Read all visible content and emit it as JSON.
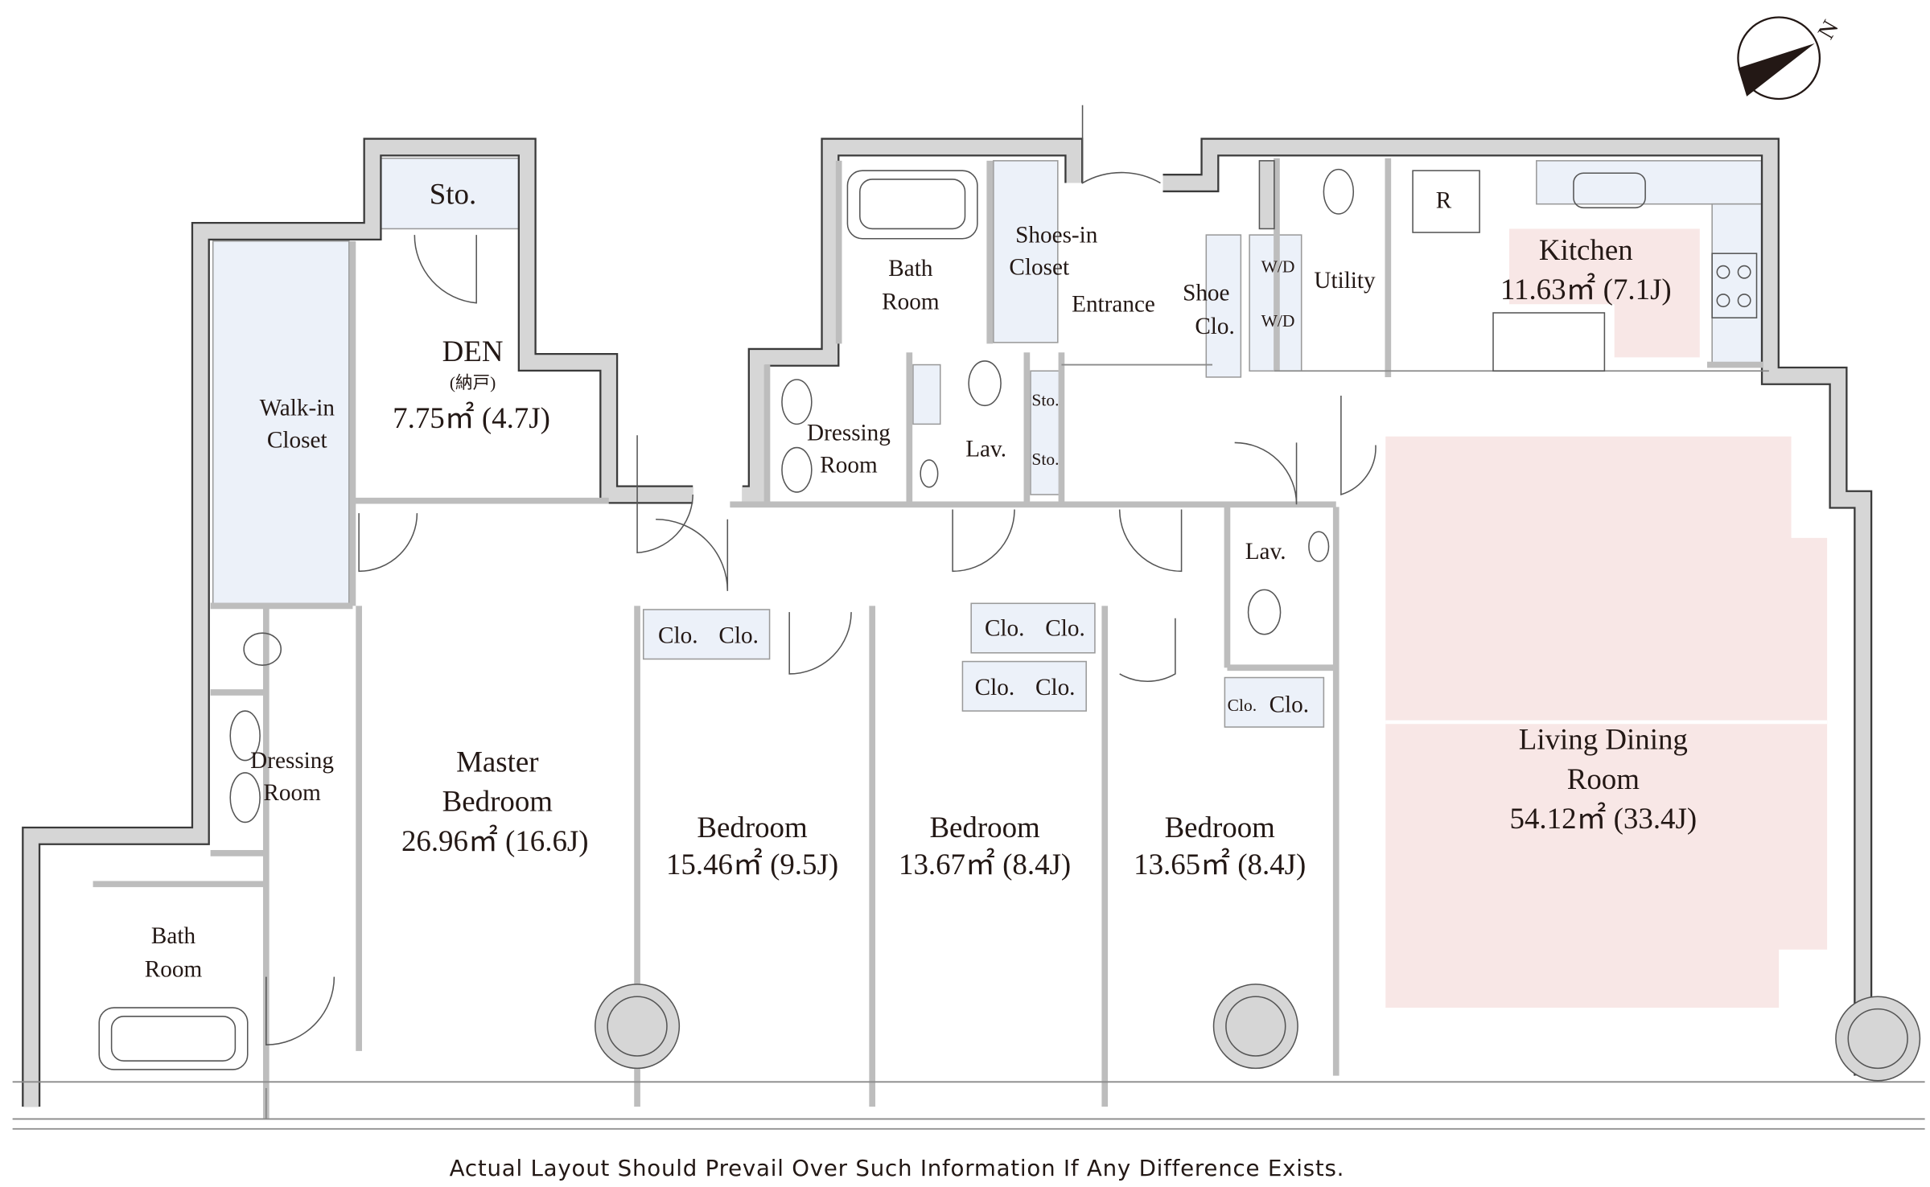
{
  "plan": {
    "rooms": {
      "storage_top": "Sto.",
      "den": {
        "name": "DEN",
        "sub": "(納戸)",
        "area": "7.75㎡ (4.7J)"
      },
      "walk_in_closet": [
        "Walk-in",
        "Closet"
      ],
      "dressing_left": [
        "Dressing",
        "Room"
      ],
      "bath_left": [
        "Bath",
        "Room"
      ],
      "master": {
        "name": [
          "Master",
          "Bedroom"
        ],
        "area": "26.96㎡ (16.6J)"
      },
      "bedroom1": {
        "name": "Bedroom",
        "area": "15.46㎡ (9.5J)"
      },
      "bedroom2": {
        "name": "Bedroom",
        "area": "13.67㎡ (8.4J)"
      },
      "bedroom3": {
        "name": "Bedroom",
        "area": "13.65㎡ (8.4J)"
      },
      "living": {
        "name": [
          "Living Dining",
          "Room"
        ],
        "area": "54.12㎡ (33.4J)"
      },
      "bath_center": [
        "Bath",
        "Room"
      ],
      "shoes_in_closet": [
        "Shoes-in",
        "Closet"
      ],
      "entrance": "Entrance",
      "shoe_closet": [
        "Shoe",
        "Clo."
      ],
      "washer_dryer": [
        "W/D",
        "W/D"
      ],
      "utility": "Utility",
      "refrigerator": "R",
      "kitchen": {
        "name": "Kitchen",
        "area": "11.63㎡ (7.1J)"
      },
      "dressing_center": [
        "Dressing",
        "Room"
      ],
      "lav_center": "Lav.",
      "storage_small": [
        "Sto.",
        "Sto."
      ],
      "lav_right": "Lav.",
      "closets": [
        "Clo.",
        "Clo.",
        "Clo.",
        "Clo.",
        "Clo.",
        "Clo.",
        "Clo.",
        "Clo."
      ]
    },
    "compass": "N",
    "disclaimer": "Actual Layout Should Prevail Over Such Information If Any Difference Exists."
  },
  "colors": {
    "wall": "#d6d6d6",
    "closet": "#ecf1f9",
    "highlight": "#f8e7e6"
  }
}
